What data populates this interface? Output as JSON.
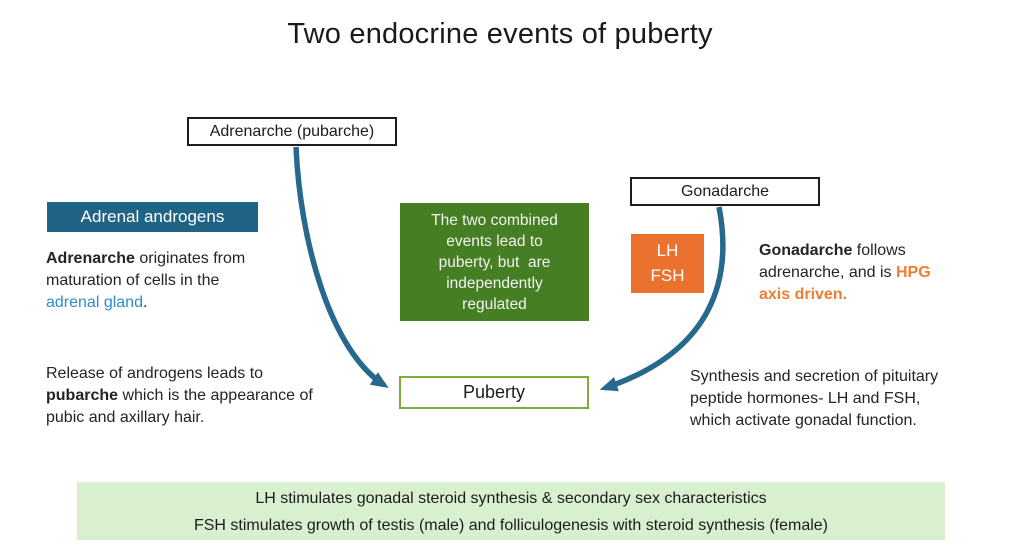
{
  "title": "Two endocrine events of puberty",
  "colors": {
    "teal": "#1F6484",
    "arrow": "#26698C",
    "green": "#467F23",
    "orange": "#EB712F",
    "puberty_border": "#7EAC3C",
    "light_green": "#D8F0D0",
    "link_blue": "#2E8BC7",
    "text_orange": "#ED7D31"
  },
  "nodes": {
    "adrenarche_label": "Adrenarche (pubarche)",
    "gonadarche_label": "Gonadarche",
    "adrenal_androgens_label": "Adrenal androgens",
    "puberty_label": "Puberty",
    "combined": {
      "lines": [
        "The two combined",
        "events lead to",
        "puberty, but  are",
        "independently",
        "regulated"
      ]
    },
    "lhfsh": {
      "lines": [
        "LH",
        "FSH"
      ]
    }
  },
  "paragraphs": {
    "adrenarche_desc": [
      [
        {
          "t": "Adrenarche",
          "b": true
        },
        {
          "t": " originates from"
        }
      ],
      [
        {
          "t": "maturation of cells in the"
        }
      ],
      [
        {
          "t": "adrenal gland",
          "c": "blue"
        },
        {
          "t": "."
        }
      ]
    ],
    "gonadarche_desc": [
      [
        {
          "t": "Gonadarche",
          "b": true
        },
        {
          "t": " follows"
        }
      ],
      [
        {
          "t": "adrenarche, and is "
        },
        {
          "t": "HPG",
          "c": "orange"
        }
      ],
      [
        {
          "t": "axis driven.",
          "c": "orange"
        }
      ]
    ],
    "release_desc": [
      [
        {
          "t": "Release of androgens leads to"
        }
      ],
      [
        {
          "t": "pubarche",
          "b": true
        },
        {
          "t": " which is the appearance of"
        }
      ],
      [
        {
          "t": "pubic and axillary hair."
        }
      ]
    ],
    "synthesis_desc": [
      [
        {
          "t": "Synthesis and secretion of pituitary"
        }
      ],
      [
        {
          "t": "peptide hormones- LH and FSH,"
        }
      ],
      [
        {
          "t": "which activate gonadal function."
        }
      ]
    ]
  },
  "bottom": {
    "lines": [
      "LH stimulates gonadal steroid synthesis & secondary sex characteristics",
      "FSH stimulates growth of testis (male) and folliculogenesis with steroid synthesis (female)"
    ]
  }
}
